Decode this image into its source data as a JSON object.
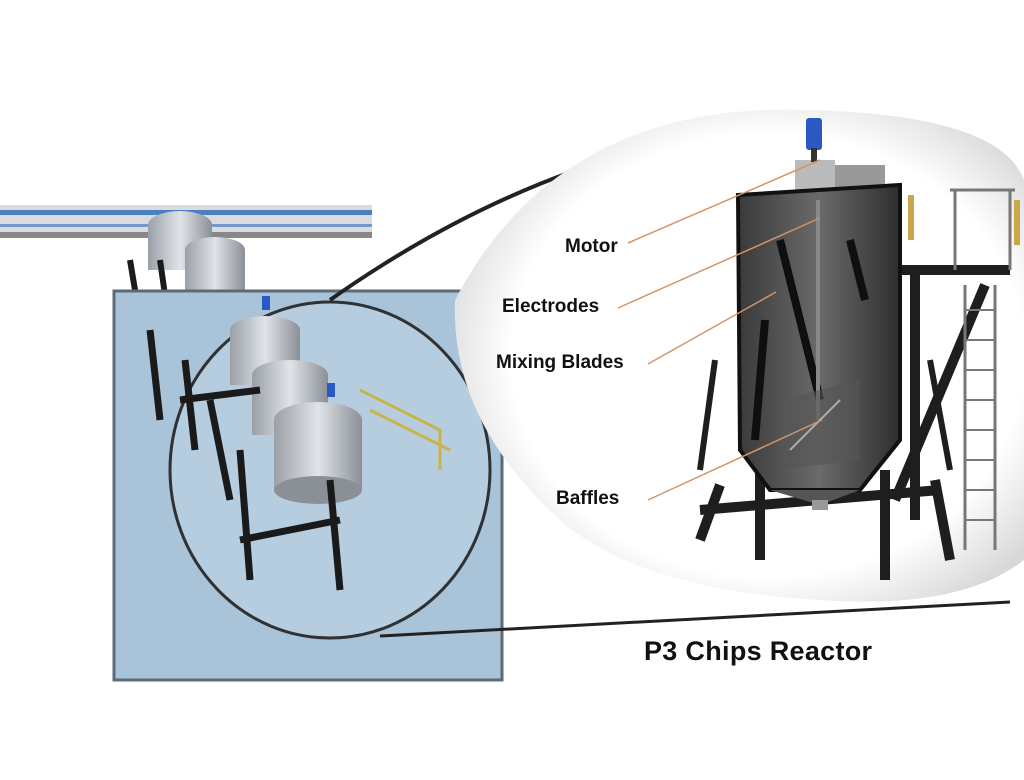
{
  "labels": {
    "motor": "Motor",
    "electrodes": "Electrodes",
    "mixing_blades": "Mixing Blades",
    "baffles": "Baffles"
  },
  "caption": "P3 Chips  Reactor",
  "colors": {
    "inset_box": "#a9c3d8",
    "box_border": "#5c6b78",
    "leader_line": "#d2956a",
    "steel": "#1e1e1e",
    "tank": "#4a4a4a"
  }
}
